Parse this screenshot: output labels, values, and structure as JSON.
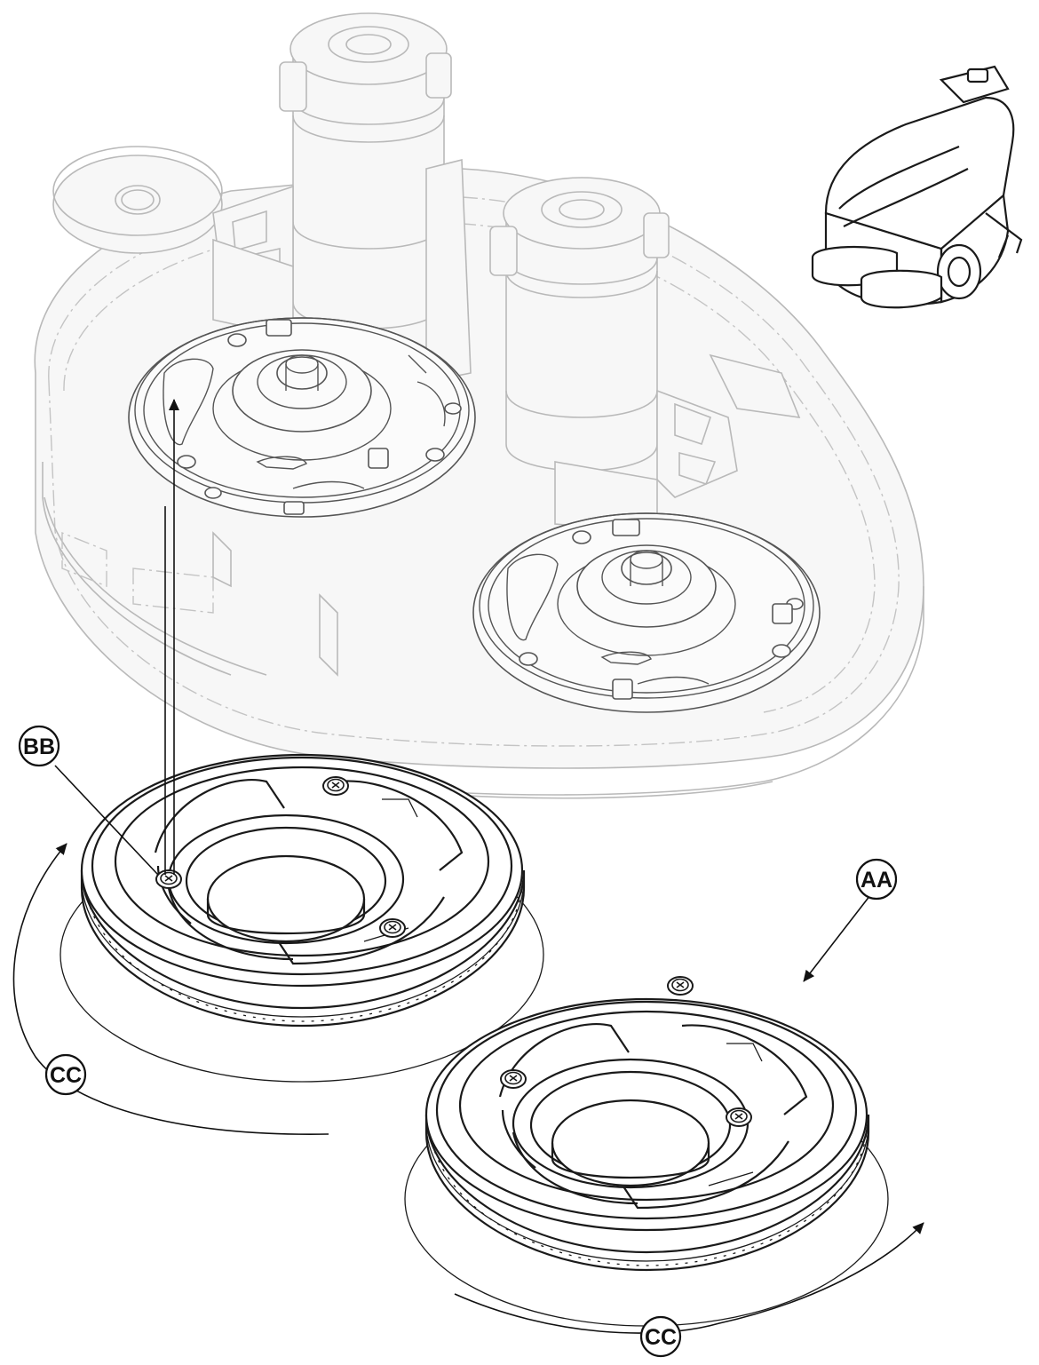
{
  "callouts": {
    "bb": "BB",
    "aa": "AA",
    "cc_left": "CC",
    "cc_bottom": "CC"
  },
  "colors": {
    "line": "#1a1a1a",
    "ghost_line": "#b9b9b9",
    "background": "#ffffff"
  },
  "icons": {
    "machine_thumbnail": "floor-scrubber-icon",
    "rotation_arrow": "rotation-arrow-icon"
  }
}
